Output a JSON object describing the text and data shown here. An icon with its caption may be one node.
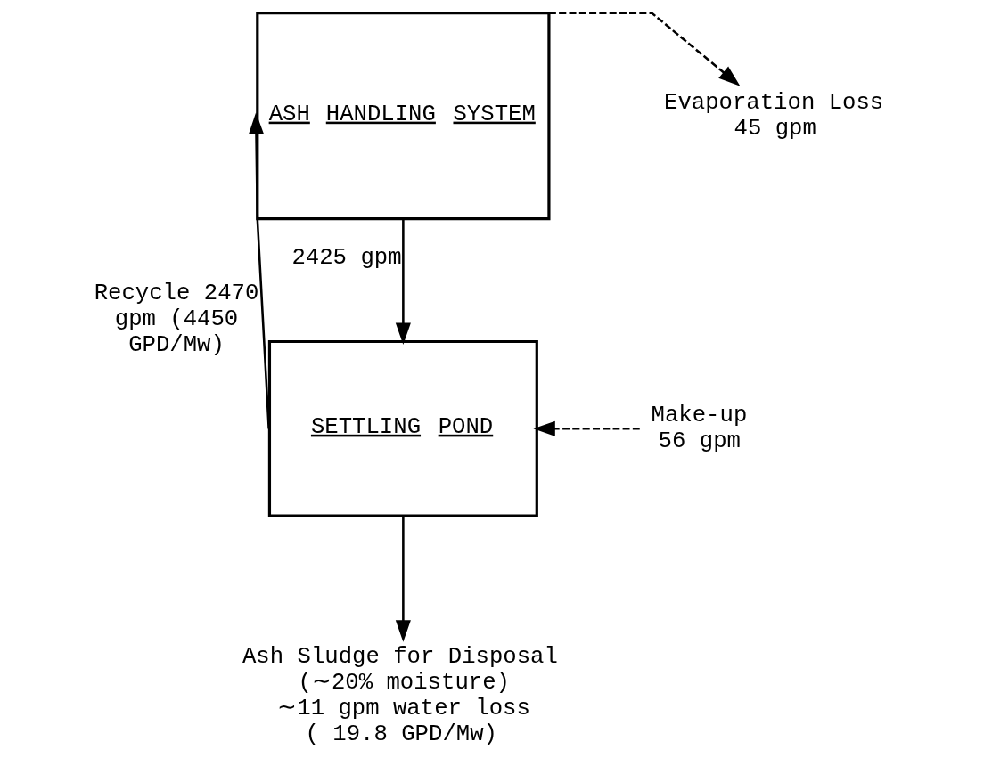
{
  "diagram": {
    "nodes": [
      {
        "text": [
          "ASH HANDLING SYSTEM"
        ]
      },
      {
        "text": [
          "SETTLING POND"
        ]
      },
      {
        "text": [
          "Evaporation Loss",
          "45 gpm"
        ]
      },
      {
        "text": [
          "Make-up",
          "56 gpm"
        ]
      },
      {
        "text": [
          "Ash Sludge for Disposal",
          "(∼20% moisture)",
          "∼11 gpm water loss",
          "( 19.8 GPD/Mw)"
        ]
      }
    ],
    "edges": [
      {
        "from": 0,
        "to": 2,
        "arrow": "to",
        "style": "dashed"
      },
      {
        "from": 0,
        "to": 1,
        "arrow": "to",
        "label": "2425 gpm"
      },
      {
        "from": 1,
        "to": 0,
        "arrow": "to",
        "label": "Recycle 2470 gpm (4450 GPD/Mw)"
      },
      {
        "from": 3,
        "to": 1,
        "arrow": "to",
        "style": "dashed"
      },
      {
        "from": 1,
        "to": 4,
        "arrow": "to"
      }
    ]
  }
}
